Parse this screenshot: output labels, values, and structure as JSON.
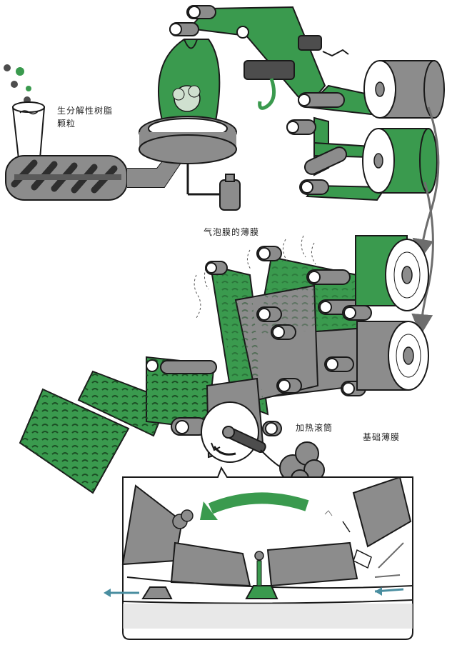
{
  "labels": {
    "resin_pellets": [
      "生分解性树脂",
      "颗粒"
    ],
    "bubble_film": "气泡膜的薄膜",
    "heated_drum": "加热滚筒",
    "base_film": "基础薄膜"
  },
  "colors": {
    "film_green": "#3a9a4e",
    "machine_gray": "#8c8c8c",
    "dark_gray": "#4d4d4d",
    "outline": "#1a1a1a",
    "arrow_green": "#3a9a4e",
    "arrow_gray": "#6d6d6d",
    "hole": "#1c4f25"
  }
}
